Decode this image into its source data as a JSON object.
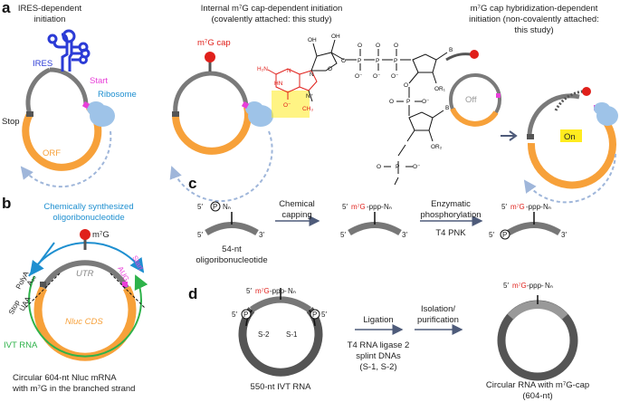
{
  "colors": {
    "orange": "#F7A13A",
    "gray": "#7A7A7A",
    "dark_gray": "#555555",
    "blue_ires": "#2B3BD6",
    "magenta": "#E83FD8",
    "ribosome": "#9EC3E8",
    "dashed_blue": "#9FB6DA",
    "red": "#E0201B",
    "cyan": "#1E8FD0",
    "green": "#2EB24A",
    "yellow_highlight": "#FFEB1F",
    "arrow": "#4E5B7A"
  },
  "panels": {
    "a": {
      "letter": "a",
      "ires": {
        "title": [
          "IRES-dependent",
          "initiation"
        ],
        "ires_label": "IRES",
        "start_label": "Start",
        "ribosome_label": "Ribosome",
        "stop_label": "Stop",
        "orf_label": "ORF"
      },
      "capped": {
        "title": "Internal m⁷G cap-dependent initiation",
        "subtitle": "(covalently attached: this study)",
        "cap_label": "m⁷G cap",
        "chem": {
          "oh": "OH",
          "o": "O",
          "p": "P",
          "o_minus": "O⁻",
          "b": "B",
          "or1": "OR₁",
          "or2": "OR₂",
          "h2n": "H₂N",
          "hn": "HN",
          "n": "N",
          "n_plus": "N⁺",
          "ch3": "CH₃"
        }
      },
      "hybrid": {
        "title": [
          "m⁷G cap hybridization-dependent",
          "initiation (non-covalently attached:",
          "this study)"
        ],
        "off_label": "Off",
        "on_label": "On"
      }
    },
    "b": {
      "letter": "b",
      "oligo_title": [
        "Chemically synthesized",
        "oligoribonucleotide"
      ],
      "cap_label": "m⁷G",
      "start_label": "Start",
      "aug_label": "AUG",
      "utr_label": "UTR",
      "stop_label": "Stop",
      "uaa_label": "UAA",
      "polya_label": "PolyA",
      "a30_label": "A₃₀",
      "cds_label": "Nluc CDS",
      "ivt_label": "IVT RNA",
      "caption": [
        "Circular 604-nt Nluc mRNA",
        "with m⁷G in the branched strand"
      ]
    },
    "c": {
      "letter": "c",
      "five": "5′",
      "three": "3′",
      "p": "P",
      "nn": "Nₙ",
      "step1_top": [
        "Chemical",
        "capping"
      ],
      "step2_top": [
        "Enzymatic",
        "phosphorylation"
      ],
      "step2_bottom": "T4 PNK",
      "oligo_caption": [
        "54-nt",
        "oligoribonucleotide"
      ],
      "m7g": "m⁷G",
      "ppp": "-ppp-"
    },
    "d": {
      "letter": "d",
      "five": "5′",
      "p": "P",
      "m7g": "m⁷G",
      "ppp": "-ppp-",
      "nn": "Nₙ",
      "s2": "S-2",
      "s1": "S-1",
      "ivt_caption": "550-nt IVT RNA",
      "step1_top": "Ligation",
      "step1_bottom": [
        "T4 RNA ligase 2",
        "splint DNAs",
        "(S-1, S-2)"
      ],
      "step2_top": [
        "Isolation/",
        "purification"
      ],
      "product_caption": [
        "Circular RNA with m⁷G-cap",
        "(604-nt)"
      ]
    }
  }
}
